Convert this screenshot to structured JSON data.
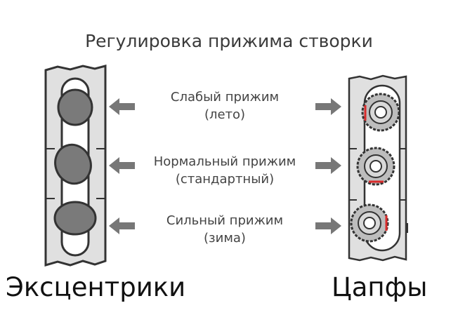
{
  "title": "Регулировка прижима створки",
  "levels": [
    {
      "line1": "Слабый прижим",
      "line2": "(лето)"
    },
    {
      "line1": "Нормальный прижим",
      "line2": "(стандартный)"
    },
    {
      "line1": "Сильный прижим",
      "line2": "(зима)"
    }
  ],
  "captions": {
    "left": "Эксцентрики",
    "right": "Цапфы"
  },
  "colors": {
    "outline": "#333333",
    "eccentric_fill": "#7a7a7a",
    "strip_fill": "#e0e0e0",
    "arrow": "#777777",
    "marker": "#d92b2b"
  }
}
